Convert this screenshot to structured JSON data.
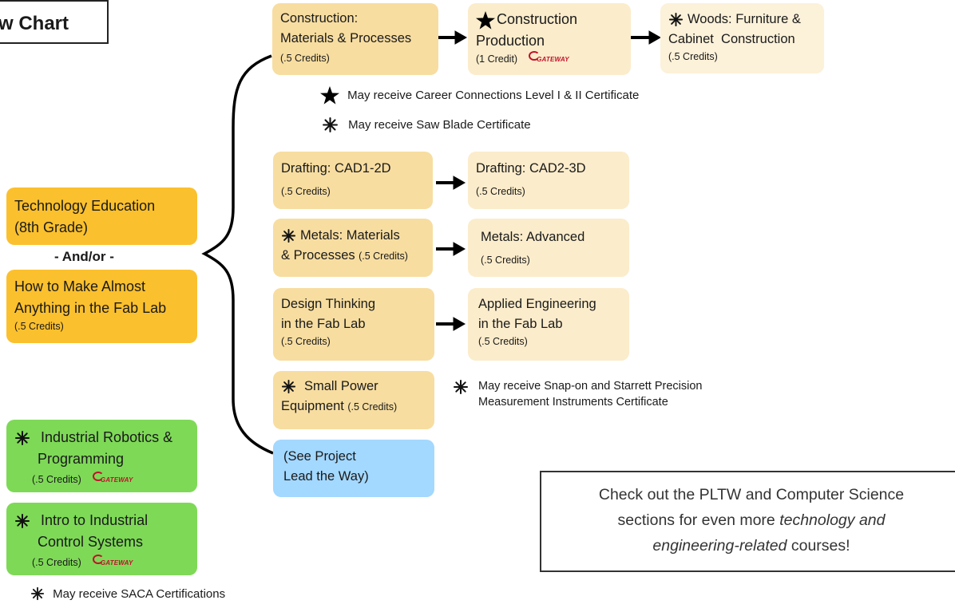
{
  "title": "w Chart",
  "left": {
    "tech_ed": {
      "line1": "Technology Education",
      "line2": "(8th Grade)"
    },
    "and_or": "- And/or -",
    "fab_lab": {
      "line1": "How to Make Almost",
      "line2": "Anything in the Fab Lab",
      "credits": "(.5 Credits)"
    },
    "robotics": {
      "line1": "Industrial Robotics &",
      "line2": "Programming",
      "credits": "(.5 Credits)",
      "badge": "GATEWAY"
    },
    "control": {
      "line1": "Intro to Industrial",
      "line2": "Control Systems",
      "credits": "(.5 Credits)",
      "badge": "GATEWAY"
    },
    "saca_note": "May receive SACA Certifications"
  },
  "courses": {
    "construction": {
      "line1": "Construction:",
      "line2": "Materials & Processes",
      "credits": "(.5 Credits)"
    },
    "construction_prod": {
      "line1": "Construction",
      "line2": "Production",
      "credits": "(1 Credit)",
      "badge": "GATEWAY"
    },
    "woods": {
      "line1": "Woods: Furniture &",
      "line2": "Cabinet  Construction",
      "credits": "(.5 Credits)"
    },
    "career_note": "May receive Career Connections Level I & II Certificate",
    "sawblade_note": "May receive Saw Blade Certificate",
    "cad1": {
      "line1": "Drafting: CAD1-2D",
      "credits": "(.5 Credits)"
    },
    "cad2": {
      "line1": "Drafting: CAD2-3D",
      "credits": "(.5 Credits)"
    },
    "metals": {
      "line1": "Metals: Materials",
      "line2": "& Processes",
      "credits": "(.5 Credits)"
    },
    "metals_adv": {
      "line1": "Metals: Advanced",
      "credits": "(.5 Credits)"
    },
    "design": {
      "line1": "Design Thinking",
      "line2": "in the Fab Lab",
      "credits": "(.5 Credits)"
    },
    "applied": {
      "line1": "Applied Engineering",
      "line2": "in the Fab Lab",
      "credits": "(.5 Credits)"
    },
    "small_power": {
      "line1": "Small Power",
      "line2": "Equipment",
      "credits": "(.5 Credits)"
    },
    "snapon_note": {
      "line1": "May receive Snap-on and Starrett Precision",
      "line2": "Measurement Instruments Certificate"
    },
    "pltw": {
      "line1": "(See Project",
      "line2": "Lead the Way)"
    }
  },
  "callout": {
    "line1": "Check out the PLTW and Computer Science",
    "line2_a": "sections for even more ",
    "line2_b": "technology and",
    "line3_a": "engineering-related",
    "line3_b": " courses!"
  }
}
